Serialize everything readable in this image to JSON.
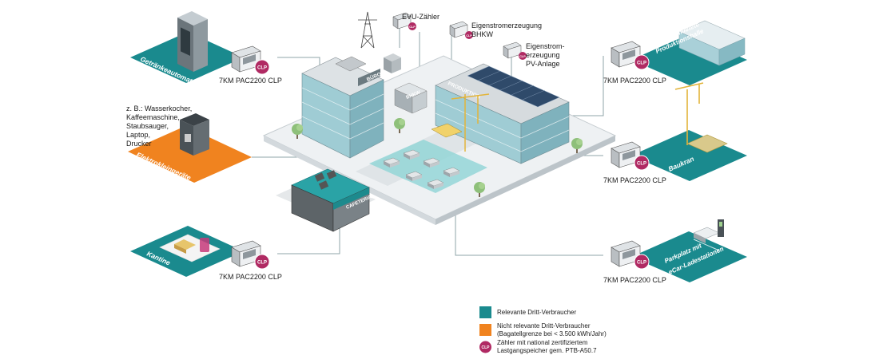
{
  "colors": {
    "relevant": "#1a8a8e",
    "not_relevant": "#f0831f",
    "clp_badge": "#b02a63",
    "building": "#8fc3cc",
    "roof": "#c9cfd3"
  },
  "buildings": {
    "office": "BÜRO",
    "bhkw": "BHKW",
    "production": "PRODUKTION",
    "cafeteria": "CAFETERIA"
  },
  "callouts": {
    "evu": "EVU-Zähler",
    "bhkw_line1": "Eigenstromerzeugung",
    "bhkw_line2": "BHKW",
    "pv_line1": "Eigenstrom-",
    "pv_line2": "erzeugung",
    "pv_line3": "PV-Anlage"
  },
  "zones": {
    "getraenke": "Getränkeautomat",
    "elektro": "Elektrokleingeräte",
    "elektro_note": [
      "z. B.: Wasserkocher,",
      "Kaffeemaschine,",
      "Staubsauger,",
      "Laptop,",
      "Drucker"
    ],
    "kantine": "Kantine",
    "produktionshalle_line1": "Untervermietete",
    "produktionshalle_line2": "Produktionshalle",
    "baukran": "Baukran",
    "parkplatz_line1": "Parkplatz mit",
    "parkplatz_line2": "eCar-Ladestationen"
  },
  "meter": {
    "model": "7KM PAC2200 CLP",
    "badge": "CLP"
  },
  "legend": {
    "relevant": "Relevante Dritt-Verbraucher",
    "not_relevant": "Nicht relevante Dritt-Verbraucher\n(Bagatellgrenze bei < 3.500 kWh/Jahr)",
    "clp": "Zähler mit national zertifiziertem\nLastgangspeicher gem. PTB-A50.7"
  }
}
